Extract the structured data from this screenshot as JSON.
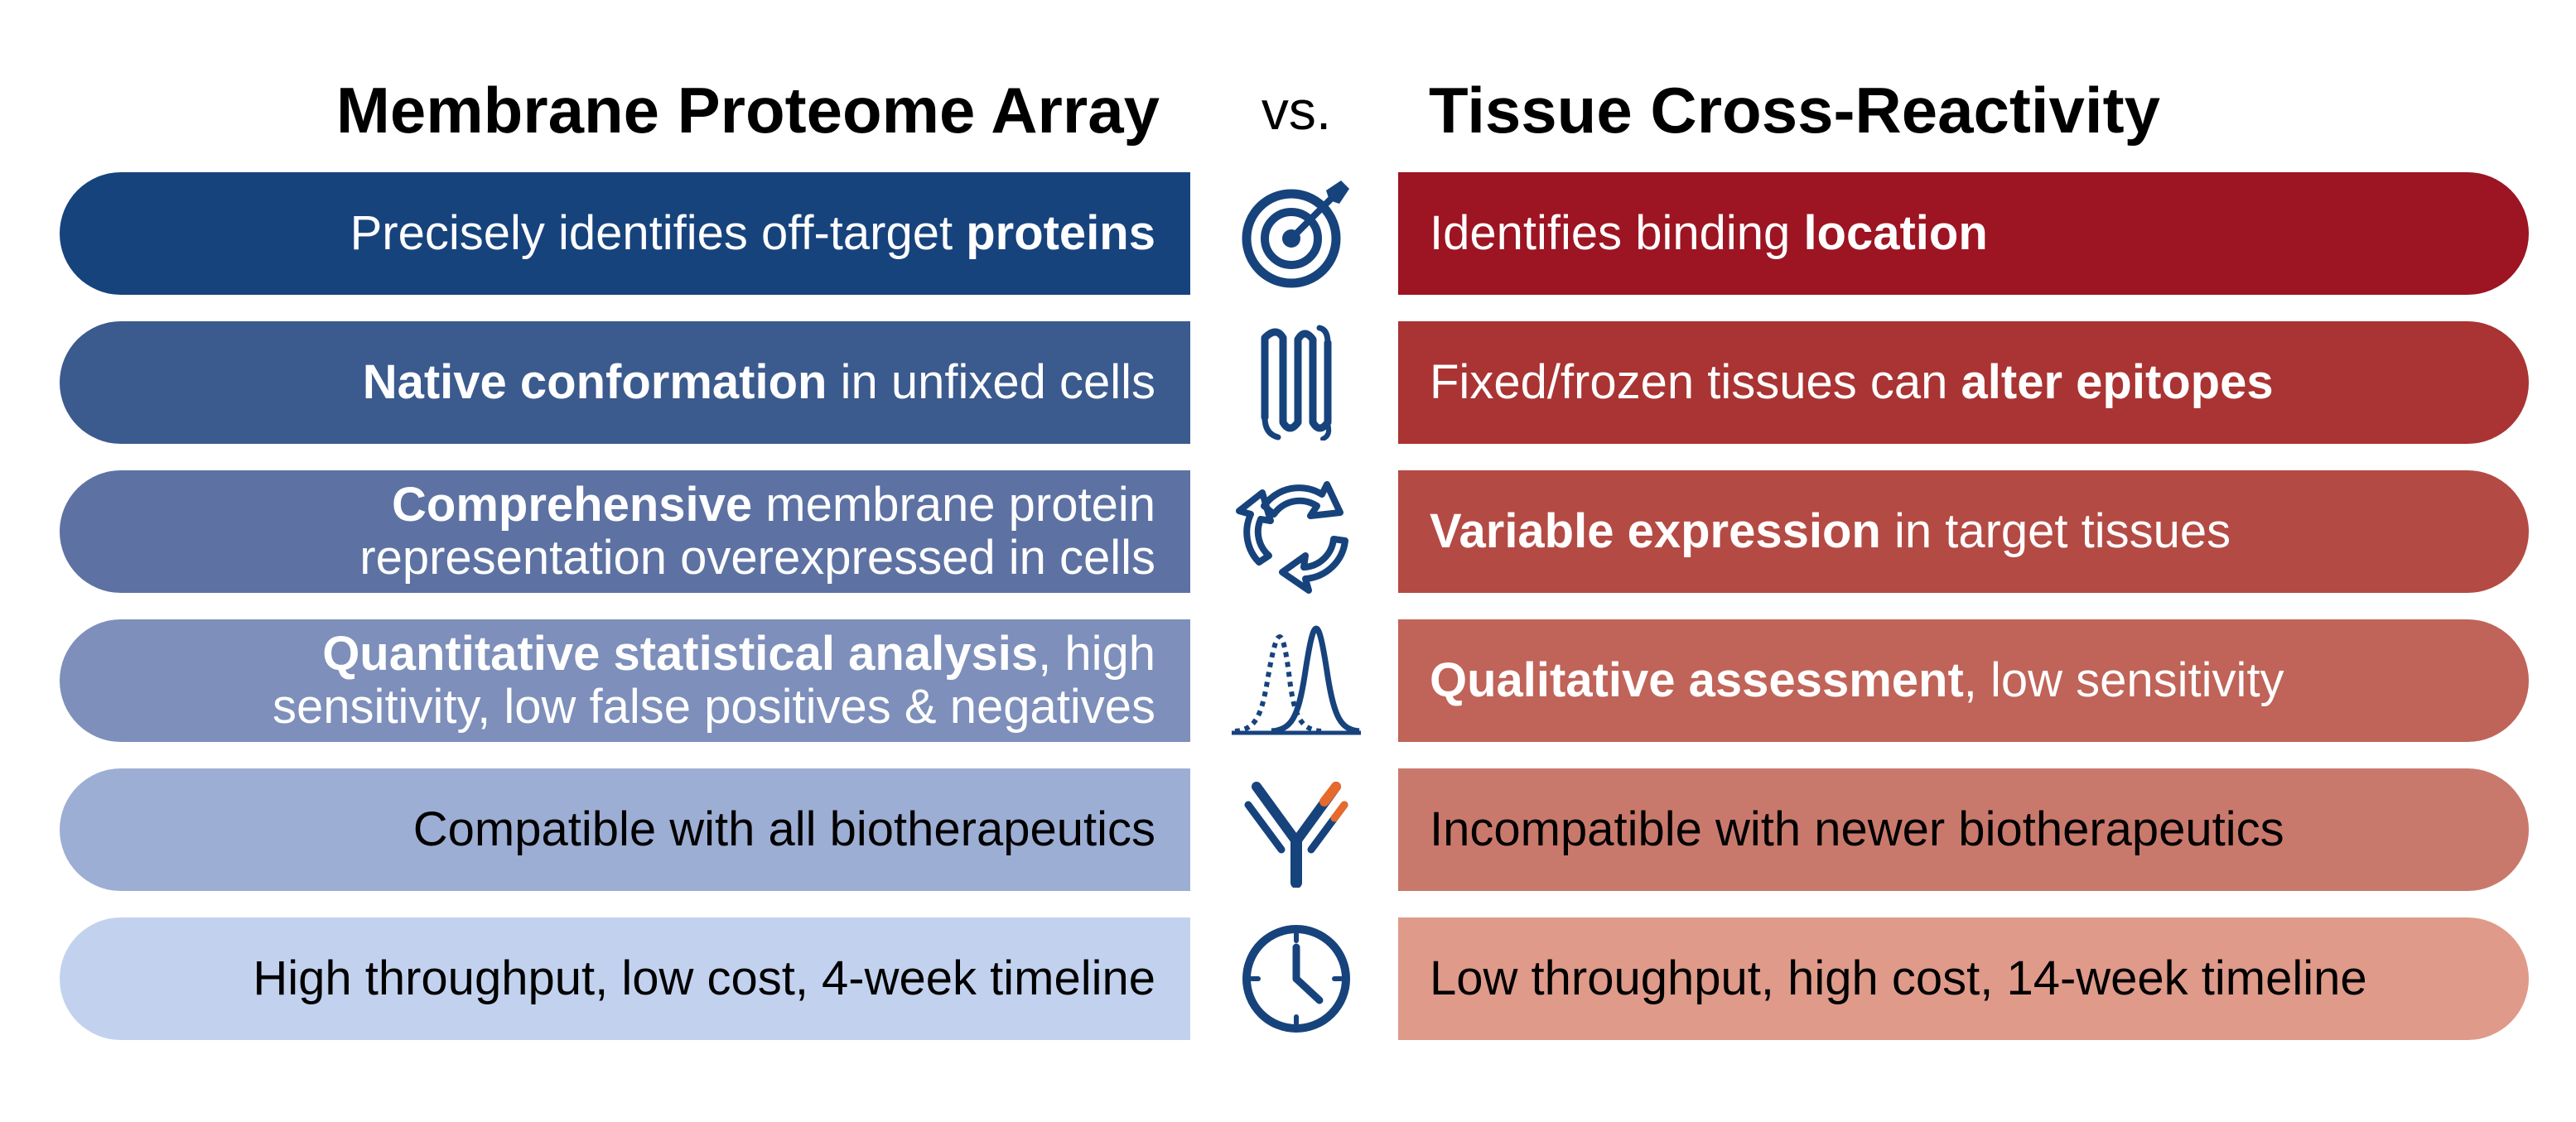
{
  "header": {
    "left_title": "Membrane Proteome Array",
    "vs_label": "vs.",
    "right_title": "Tissue Cross-Reactivity"
  },
  "rows": [
    {
      "icon": "target-icon",
      "left": {
        "pre": "Precisely identifies off-target ",
        "bold": "proteins",
        "post": ""
      },
      "right": {
        "pre": "Identifies binding ",
        "bold": "location",
        "post": ""
      }
    },
    {
      "icon": "membrane-protein-icon",
      "left": {
        "pre": "",
        "bold": "Native conformation",
        "post": " in unfixed cells"
      },
      "right": {
        "pre": "Fixed/frozen tissues can ",
        "bold": "alter epitopes",
        "post": ""
      }
    },
    {
      "icon": "cycle-arrows-icon",
      "left": {
        "pre": "",
        "bold": "Comprehensive",
        "post": " membrane protein representation overexpressed in cells"
      },
      "right": {
        "pre": "",
        "bold": "Variable expression",
        "post": " in target tissues"
      }
    },
    {
      "icon": "distribution-peaks-icon",
      "left": {
        "pre": "",
        "bold": "Quantitative statistical analysis",
        "post": ", high sensitivity, low false positives & negatives"
      },
      "right": {
        "pre": "",
        "bold": "Qualitative assessment",
        "post": ", low sensitivity"
      }
    },
    {
      "icon": "antibody-icon",
      "left": {
        "pre": "Compatible with all biotherapeutics",
        "bold": "",
        "post": ""
      },
      "right": {
        "pre": "Incompatible with newer biotherapeutics",
        "bold": "",
        "post": ""
      }
    },
    {
      "icon": "clock-icon",
      "left": {
        "pre": "High throughput, low cost, 4-week timeline",
        "bold": "",
        "post": ""
      },
      "right": {
        "pre": "Low throughput, high cost, 14-week timeline",
        "bold": "",
        "post": ""
      }
    }
  ],
  "colors": {
    "left": [
      "#17437d",
      "#3b5a8e",
      "#5d72a3",
      "#7d8fba",
      "#9daed4",
      "#c2d2ee"
    ],
    "right": [
      "#9d1422",
      "#a93433",
      "#b44a44",
      "#c06358",
      "#c9796c",
      "#df9a8a"
    ],
    "icon": "#17437d",
    "icon_accent": "#e56a2b"
  }
}
